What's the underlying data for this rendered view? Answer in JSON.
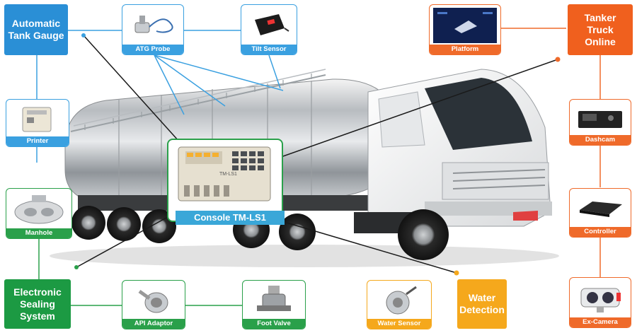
{
  "headers": {
    "atg": {
      "line1": "Automatic",
      "line2": "Tank Gauge"
    },
    "online": {
      "line1": "Tanker Truck",
      "line2": "Online"
    },
    "sealing": {
      "line1": "Electronic",
      "line2": "Sealing",
      "line3": "System"
    },
    "water": {
      "line1": "Water",
      "line2": "Detection"
    }
  },
  "components": {
    "atg_probe": "ATG Probe",
    "tilt_sensor": "Tilt Sensor",
    "platform": "Platform",
    "printer": "Printer",
    "manhole": "Manhole",
    "dashcam": "Dashcam",
    "controller": "Controller",
    "ex_camera": "Ex-Camera",
    "api_adaptor": "API Adaptor",
    "foot_valve": "Foot Valve",
    "water_sensor": "Water Sensor",
    "console": "Console TM-LS1",
    "console_device_text": "TM-LS1"
  },
  "colors": {
    "blue": "#2a8fd6",
    "orange": "#f0601e",
    "green": "#1c9a43",
    "yellow": "#f5a81c",
    "cyan": "#3aa7d8"
  }
}
